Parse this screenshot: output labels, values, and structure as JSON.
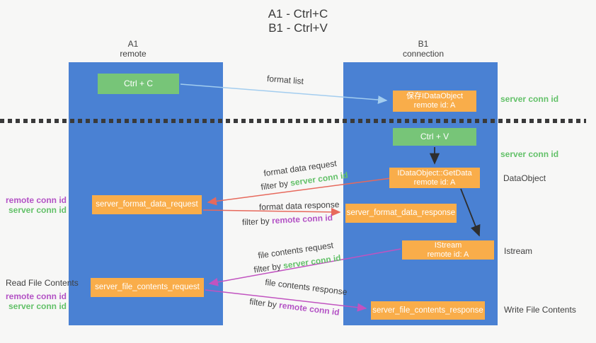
{
  "title": {
    "line1": "A1 - Ctrl+C",
    "line2": "B1 - Ctrl+V"
  },
  "lanes": {
    "left": {
      "name": "A1",
      "role": "remote"
    },
    "right": {
      "name": "B1",
      "role": "connection"
    }
  },
  "nodes": {
    "ctrl_c": "Ctrl + C",
    "save": {
      "line1": "保存IDataObject",
      "line2": "remote id: A"
    },
    "ctrl_v": "Ctrl + V",
    "getdata": {
      "line1": "IDataObject::GetData",
      "line2": "remote id: A"
    },
    "format_request": "server_format_data_request",
    "format_response": "server_format_data_response",
    "istream": {
      "line1": "IStream",
      "line2": "remote id: A"
    },
    "file_request": "server_file_contents_request",
    "file_response": "server_file_contents_response"
  },
  "arrow_labels": {
    "format_list": "format list",
    "format_data_request": "format data request",
    "filter_server_1": {
      "prefix": "filter by ",
      "value": "server conn id"
    },
    "format_data_response": "format data response",
    "filter_remote_1": {
      "prefix": "filter by ",
      "value": "remote conn id"
    },
    "file_contents_request": "file contents request",
    "filter_server_2": {
      "prefix": "filter by ",
      "value": "server conn id"
    },
    "file_contents_response": "file contents response",
    "filter_remote_2": {
      "prefix": "filter by ",
      "value": "remote conn id"
    }
  },
  "side_labels": {
    "server_conn_top": "server conn id",
    "server_conn_mid": "server conn id",
    "dataobject": "DataObject",
    "remote_conn_left1": "remote conn id",
    "server_conn_left1": "server conn id",
    "istream": "Istream",
    "read_file": "Read File Contents",
    "remote_conn_left2": "remote conn id",
    "server_conn_left2": "server conn id",
    "write_file": "Write File Contents"
  },
  "colors": {
    "lane_blue": "#4a81d3",
    "node_green": "#77c578",
    "node_orange": "#f9ad4a",
    "arrow_light_blue": "#a3cdef",
    "arrow_red": "#e7695c",
    "arrow_magenta": "#c153c0",
    "arrow_black": "#2e2e2e",
    "label_green": "#63c169",
    "label_magenta": "#b352c5",
    "background": "#f7f7f6"
  }
}
